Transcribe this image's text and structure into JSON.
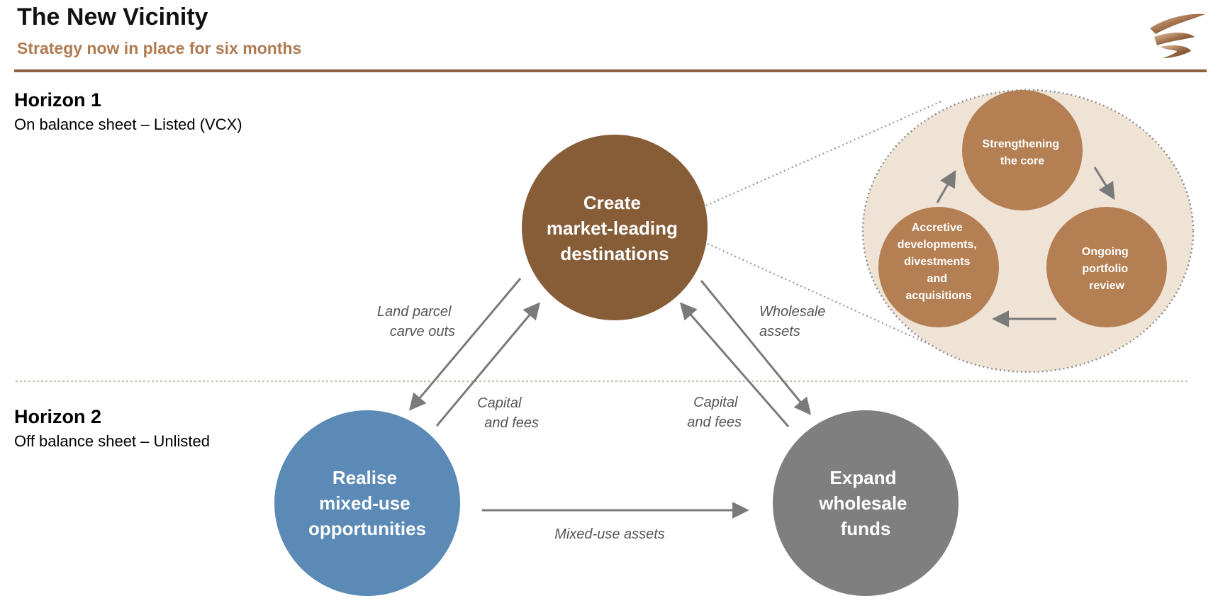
{
  "header": {
    "title": "The New Vicinity",
    "subtitle": "Strategy now in place for six months"
  },
  "horizons": [
    {
      "title": "Horizon 1",
      "subtitle": "On balance sheet – Listed (VCX)"
    },
    {
      "title": "Horizon 2",
      "subtitle": "Off balance sheet – Unlisted"
    }
  ],
  "nodes": {
    "create": {
      "lines": [
        "Create",
        "market-leading",
        "destinations"
      ],
      "color": "#875d38"
    },
    "realise": {
      "lines": [
        "Realise",
        "mixed-use",
        "opportunities"
      ],
      "color": "#5b8ab6"
    },
    "expand": {
      "lines": [
        "Expand",
        "wholesale",
        "funds"
      ],
      "color": "#7f7f7f"
    }
  },
  "flows": {
    "land_parcel": [
      "Land parcel",
      "carve outs"
    ],
    "capital_left": [
      "Capital",
      "and fees"
    ],
    "wholesale_assets": [
      "Wholesale",
      "assets"
    ],
    "capital_right": [
      "Capital",
      "and fees"
    ],
    "mixed_use_assets": [
      "Mixed-use assets"
    ]
  },
  "cycle": {
    "fill": "#efe3d6",
    "node_color": "#b47f52",
    "nodes": {
      "strengthening": [
        "Strengthening",
        "the core"
      ],
      "ongoing": [
        "Ongoing",
        "portfolio",
        "review"
      ],
      "accretive": [
        "Accretive",
        "developments,",
        "divestments",
        "and",
        "acquisitions"
      ]
    }
  },
  "colors": {
    "title": "#111111",
    "subtitle": "#b07a4f",
    "rule": "#8b633f",
    "arrow": "#7a7a7a",
    "divider": "#b8a98f"
  }
}
